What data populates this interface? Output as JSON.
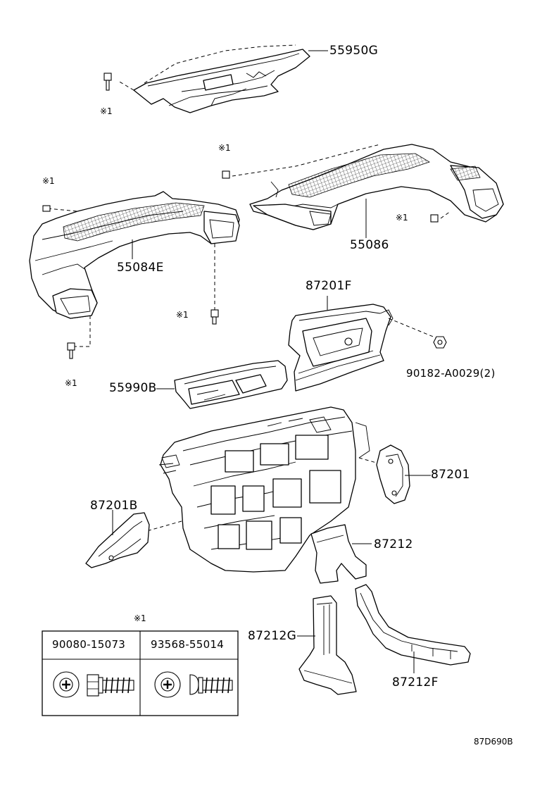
{
  "parts": {
    "p55950G": "55950G",
    "p55084E": "55084E",
    "p55086": "55086",
    "p87201F": "87201F",
    "p90182": "90182-A0029(2)",
    "p55990B": "55990B",
    "p87201": "87201",
    "p87201B": "87201B",
    "p87212": "87212",
    "p87212G": "87212G",
    "p87212F": "87212F"
  },
  "marks": {
    "ref": "※1"
  },
  "fastener_table": {
    "title": "※1",
    "columns": [
      "90080-15073",
      "93568-55014"
    ]
  },
  "drawing_code": "87D690B"
}
